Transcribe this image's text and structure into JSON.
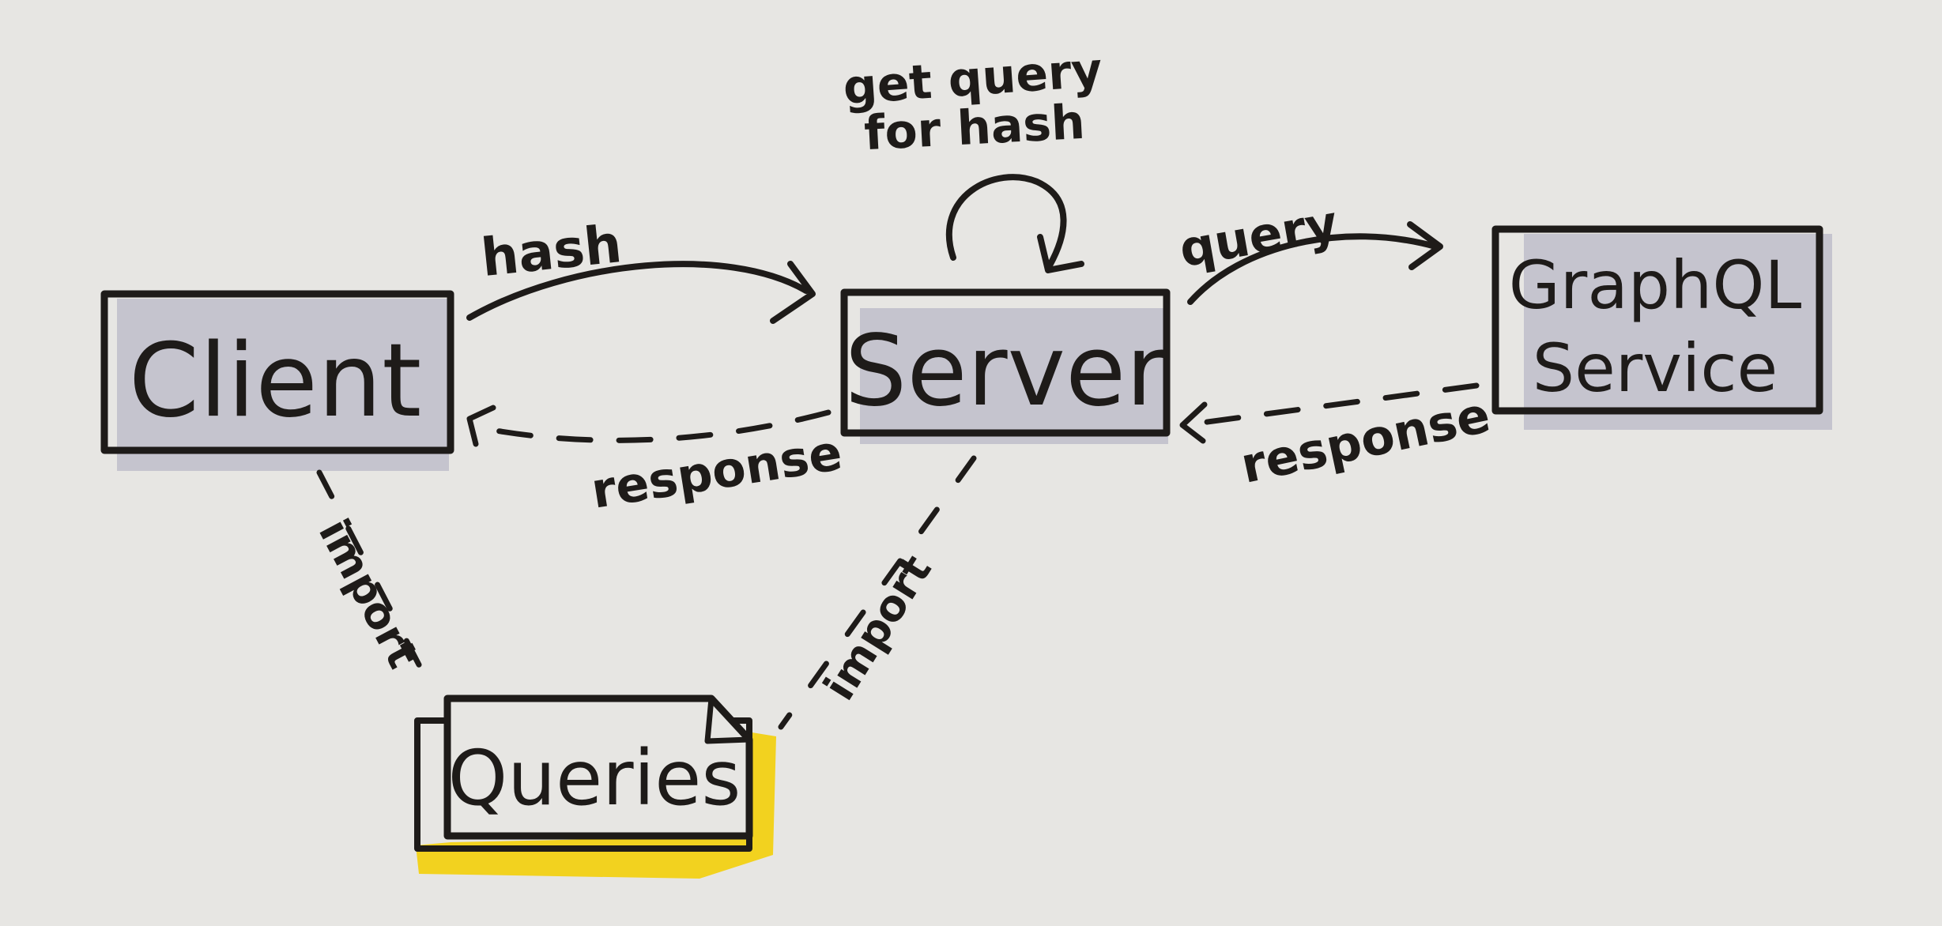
{
  "colors": {
    "paper": "#e7e6e3",
    "ink": "#1e1b19",
    "shadow": "#b9b8c7",
    "highlight": "#f2d21f"
  },
  "nodes": {
    "client": {
      "label": "Client"
    },
    "server": {
      "label": "Server"
    },
    "graphql": {
      "label_line1": "GraphQL",
      "label_line2": "Service"
    },
    "queries": {
      "label": "Queries"
    }
  },
  "edges": {
    "client_to_server": {
      "label": "hash"
    },
    "server_self": {
      "label_line1": "get query",
      "label_line2": "for hash"
    },
    "server_to_graphql": {
      "label": "query"
    },
    "graphql_to_server": {
      "label": "response"
    },
    "server_to_client": {
      "label": "response"
    },
    "client_import": {
      "label": "import"
    },
    "server_import": {
      "label": "import"
    }
  }
}
